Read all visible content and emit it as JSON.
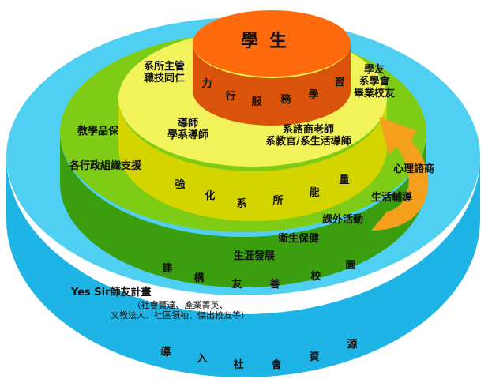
{
  "colors": {
    "outer_ring": "#1fb4e6",
    "outer_ring_top": "#4fd0f2",
    "green_ring": "#3a9e0e",
    "green_ring_top": "#7fcc17",
    "yellow_ring": "#d4d400",
    "yellow_ring_top": "#f2f25a",
    "orange_core": "#d9530a",
    "orange_core_top": "#ff6a0d",
    "arrow": "#f5a01d"
  },
  "core": {
    "title": "學生"
  },
  "rings": {
    "core_band": [
      "力",
      "行",
      "服",
      "務",
      "學",
      "習"
    ],
    "yellow_band": [
      "強",
      "化",
      "系",
      "所",
      "能",
      "量"
    ],
    "green_band": [
      "建",
      "構",
      "友",
      "善",
      "校",
      "園"
    ],
    "blue_band": [
      "導",
      "入",
      "社",
      "會",
      "資",
      "源"
    ]
  },
  "labels": {
    "dept_heads": "系所主管\n職技同仁",
    "alumni": "學友\n系學會\n畢業校友",
    "mentors": "導師\n學系導師",
    "counselors": "系諮商老師\n系教官/系生活導師",
    "teaching_quality": "教學品保",
    "admin_support": "各行政組織支援",
    "counseling": "心理諮商",
    "life_guidance": "生活輔導",
    "extracurricular": "課外活動",
    "health": "衛生保健",
    "career": "生涯發展",
    "yes_sir_title": "Yes Sir師友計畫",
    "yes_sir_detail": "（社會賢達、產業菁英、\n文教法人、社區領袖、傑出校友等）"
  }
}
